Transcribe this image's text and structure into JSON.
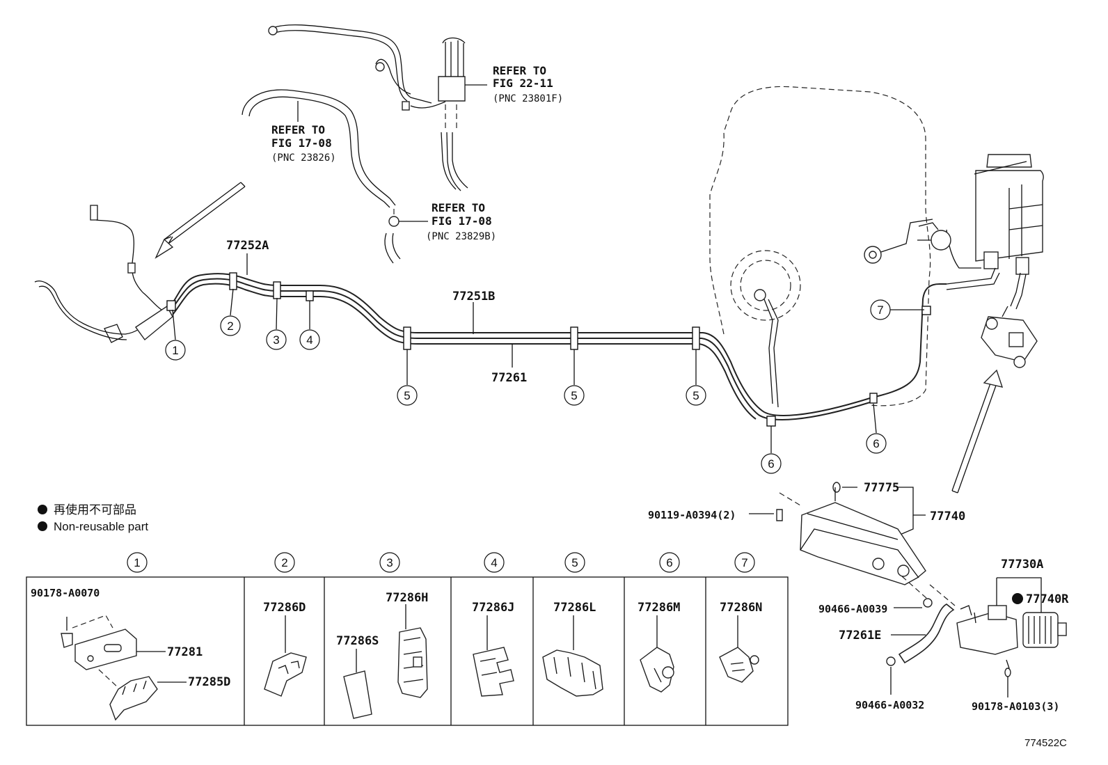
{
  "figure_id": "774522C",
  "legend": {
    "japanese": "再使用不可部品",
    "english": "Non-reusable part"
  },
  "refs": [
    {
      "line1": "REFER TO",
      "line2": "FIG 22-11",
      "line3": "(PNC 23801F)"
    },
    {
      "line1": "REFER TO",
      "line2": "FIG 17-08",
      "line3": "(PNC 23826)"
    },
    {
      "line1": "REFER TO",
      "line2": "FIG 17-08",
      "line3": "(PNC 23829B)"
    }
  ],
  "main_labels": {
    "p77252A": "77252A",
    "p77251B": "77251B",
    "p77261": "77261"
  },
  "clamp_markers": {
    "c1": "1",
    "c2": "2",
    "c3": "3",
    "c4": "4",
    "c5a": "5",
    "c5b": "5",
    "c5c": "5",
    "c6a": "6",
    "c6b": "6",
    "c7": "7"
  },
  "canister": {
    "p77775": "77775",
    "p77740": "77740",
    "p90119": "90119-A0394(2)",
    "p90466_39": "90466-A0039",
    "p77261E": "77261E",
    "p90466_32": "90466-A0032",
    "p77730A": "77730A",
    "p77740R": "77740R",
    "p90178_103": "90178-A0103(3)"
  },
  "detail_panels": [
    {
      "marker": "1",
      "parts": [
        "90178-A0070",
        "77281",
        "77285D"
      ]
    },
    {
      "marker": "2",
      "parts": [
        "77286D"
      ]
    },
    {
      "marker": "3",
      "parts": [
        "77286H",
        "77286S"
      ]
    },
    {
      "marker": "4",
      "parts": [
        "77286J"
      ]
    },
    {
      "marker": "5",
      "parts": [
        "77286L"
      ]
    },
    {
      "marker": "6",
      "parts": [
        "77286M"
      ]
    },
    {
      "marker": "7",
      "parts": [
        "77286N"
      ]
    }
  ]
}
